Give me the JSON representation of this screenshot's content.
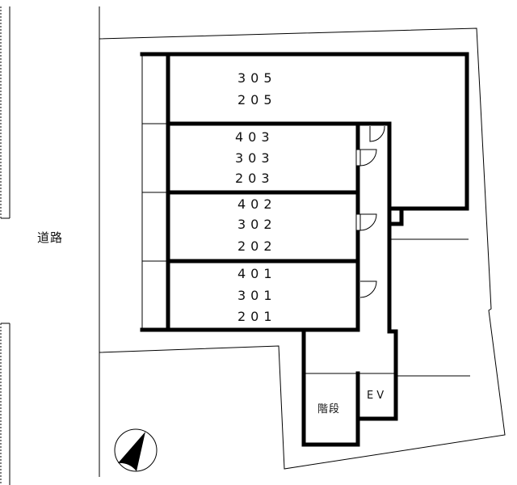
{
  "road_label": "道路",
  "units": {
    "top": [
      "305",
      "205"
    ],
    "row3": [
      "403",
      "303",
      "203"
    ],
    "row2": [
      "402",
      "302",
      "202"
    ],
    "row1": [
      "401",
      "301",
      "201"
    ]
  },
  "stairs_label": "階段",
  "elevator_label": "EV",
  "compass": "north-arrow"
}
